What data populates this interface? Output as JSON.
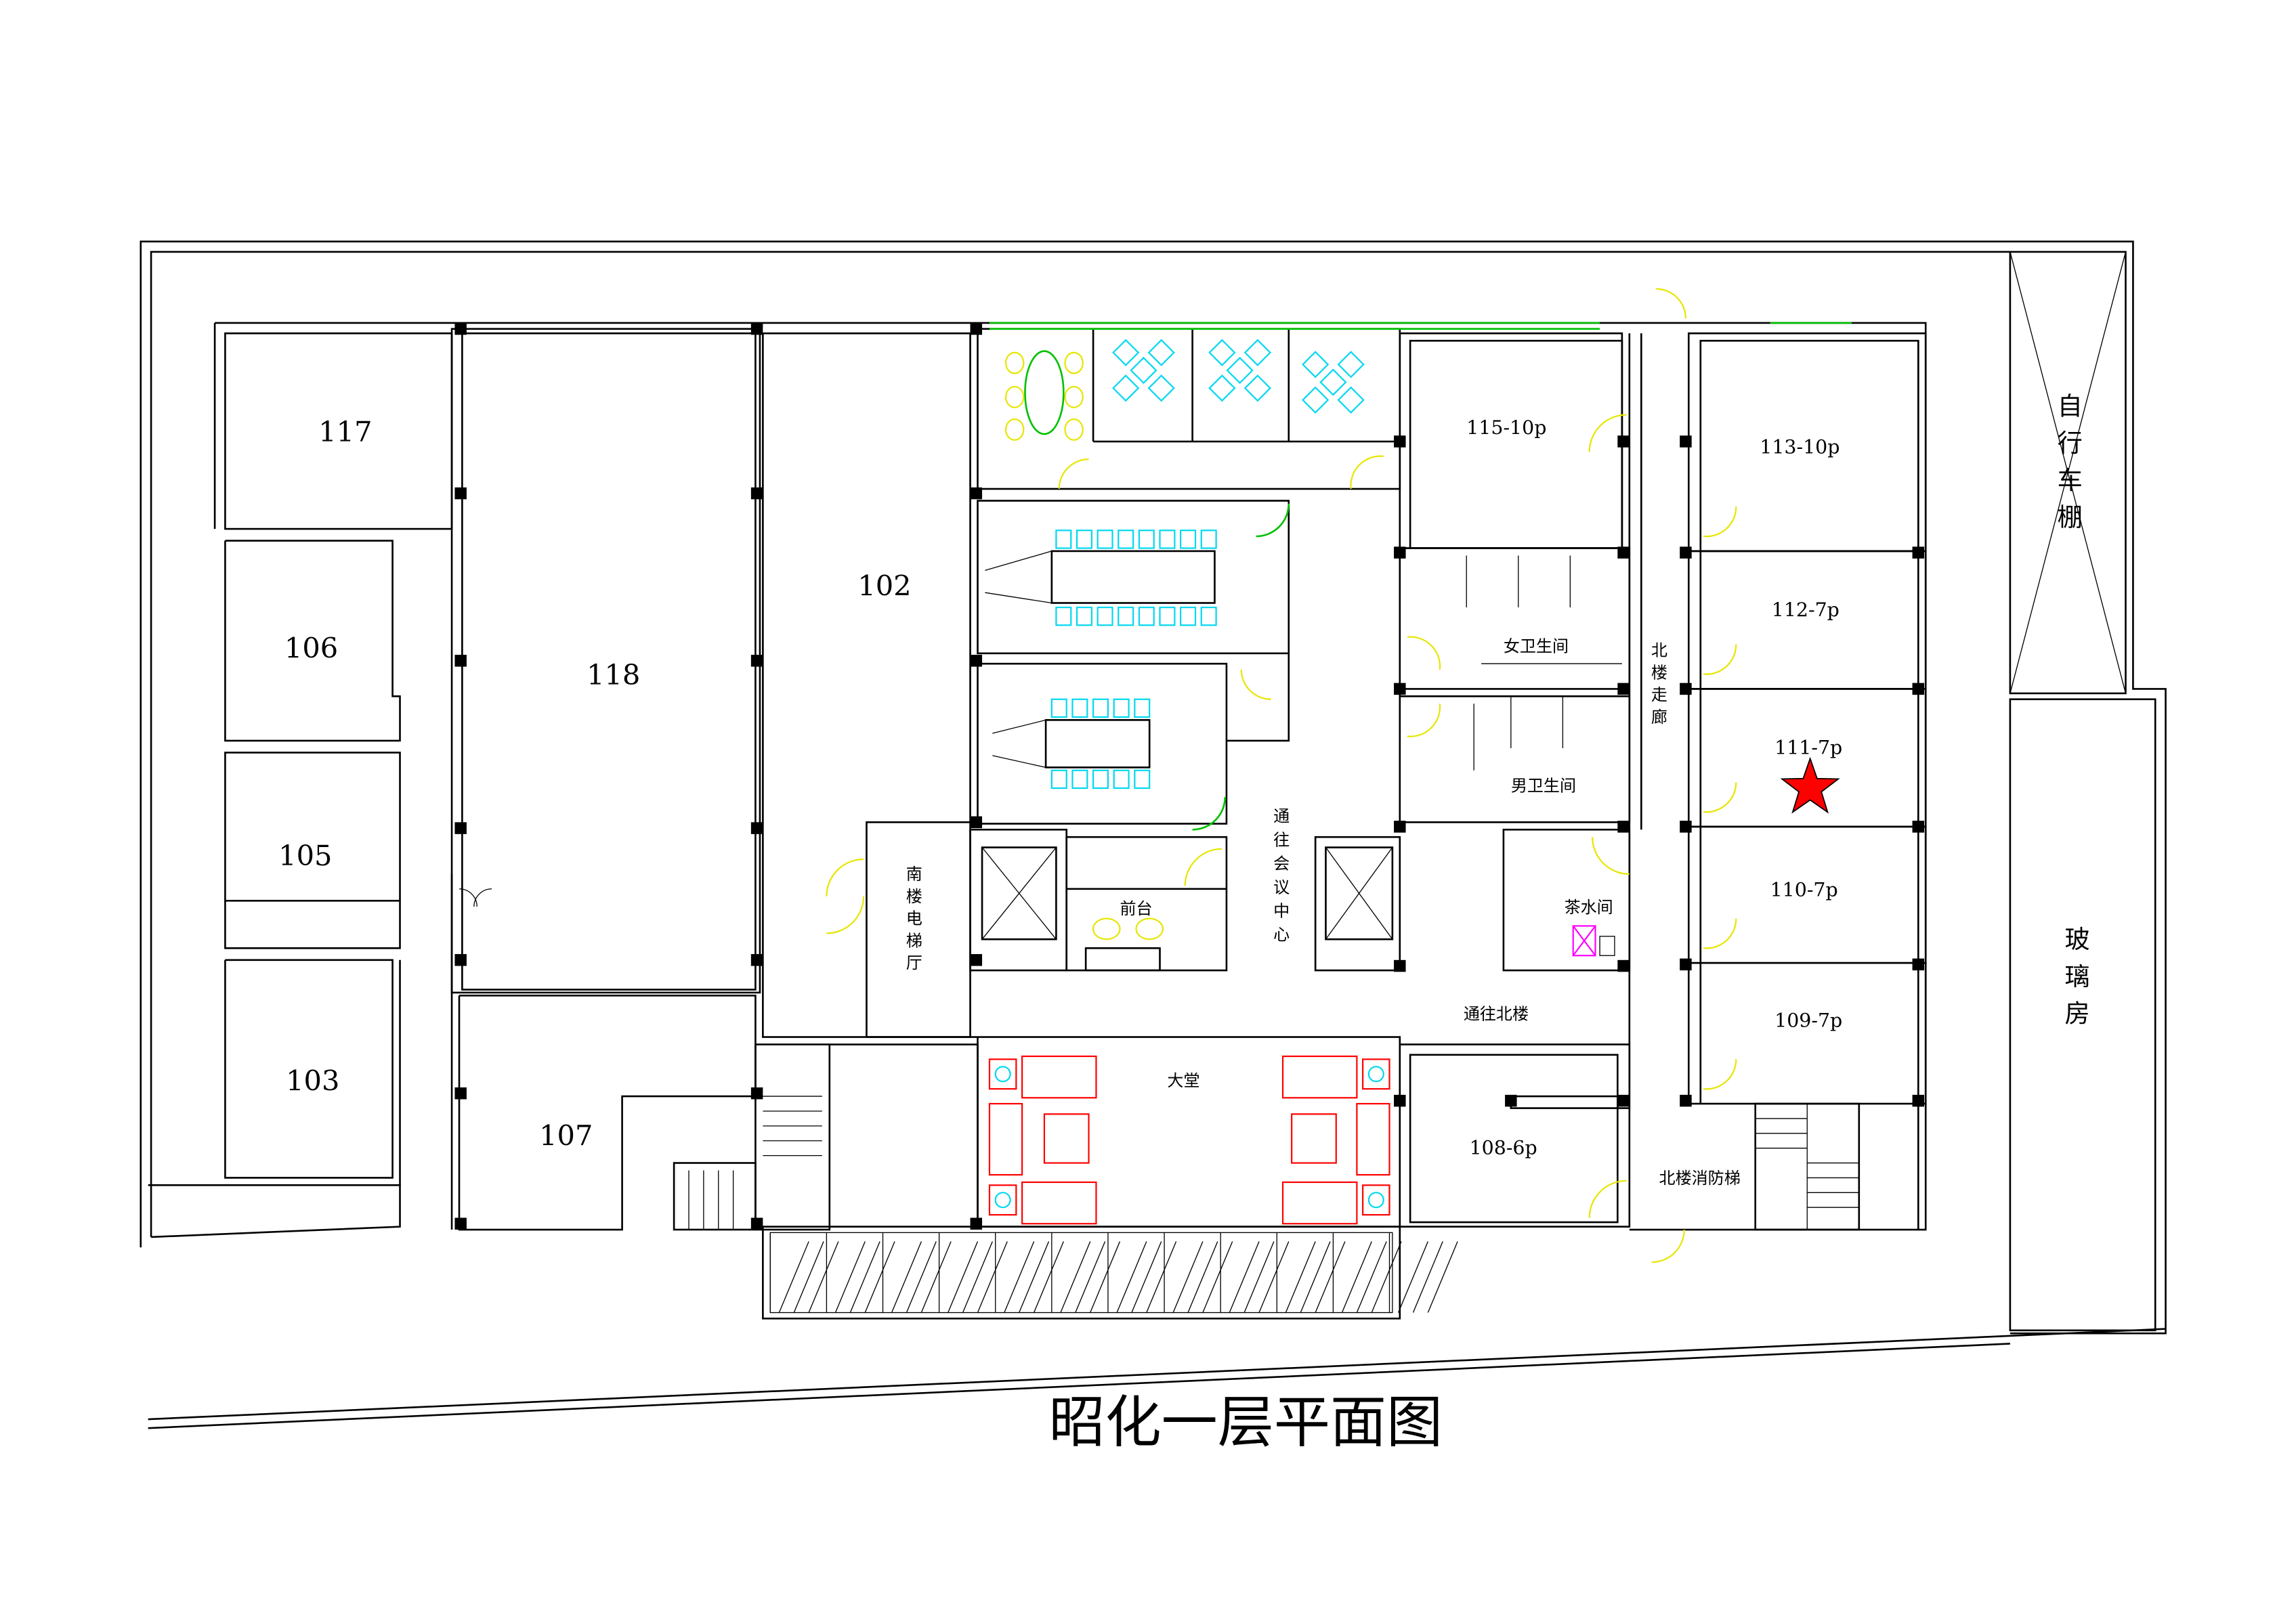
{
  "title": "昭化一层平面图",
  "rooms": {
    "r117": "117",
    "r106": "106",
    "r105": "105",
    "r103": "103",
    "r118": "118",
    "r107": "107",
    "r102": "102",
    "r115": "115-10p",
    "r113": "113-10p",
    "r112": "112-7p",
    "r111": "111-7p",
    "r110": "110-7p",
    "r109": "109-7p",
    "r108": "108-6p"
  },
  "labels": {
    "women_wc": "女卫生间",
    "men_wc": "男卫生间",
    "north_corridor": "北楼走廊",
    "to_conference": "通往会议中心",
    "south_elevator_hall": "南楼电梯厅",
    "reception": "前台",
    "tea_room": "茶水间",
    "to_north_building": "通往北楼",
    "lobby": "大堂",
    "north_fire_stair": "北楼消防梯",
    "bike_shed": "自行车棚",
    "glass_room": "玻璃房"
  },
  "marker": {
    "icon": "star-icon",
    "room": "111-7p",
    "color": "#ff0000"
  }
}
